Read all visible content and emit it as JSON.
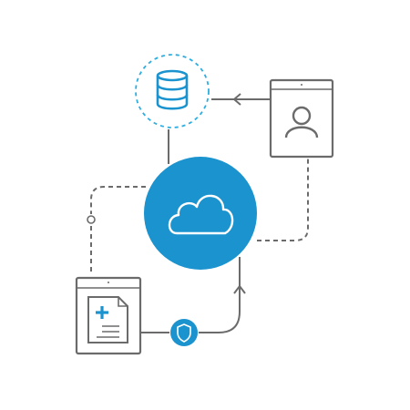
{
  "diagram": {
    "nodes": [
      {
        "id": "cloud",
        "icon": "cloud-icon"
      },
      {
        "id": "database",
        "icon": "database-icon"
      },
      {
        "id": "user-device",
        "icon": "user-icon"
      },
      {
        "id": "medical-record-device",
        "icon": "medical-document-icon"
      },
      {
        "id": "security",
        "icon": "shield-icon"
      }
    ],
    "connections": [
      {
        "from": "cloud",
        "to": "database",
        "style": "solid"
      },
      {
        "from": "user-device",
        "to": "database",
        "style": "solid",
        "arrow": true
      },
      {
        "from": "cloud",
        "to": "user-device",
        "style": "dashed"
      },
      {
        "from": "cloud",
        "to": "medical-record-device",
        "style": "dashed"
      },
      {
        "from": "medical-record-device",
        "to": "cloud",
        "style": "solid",
        "arrow": true,
        "via": "security"
      }
    ]
  },
  "colors": {
    "accent": "#1a93cf",
    "accent_light": "#2eaee0",
    "line": "#6b6b6b",
    "background": "#ffffff"
  }
}
